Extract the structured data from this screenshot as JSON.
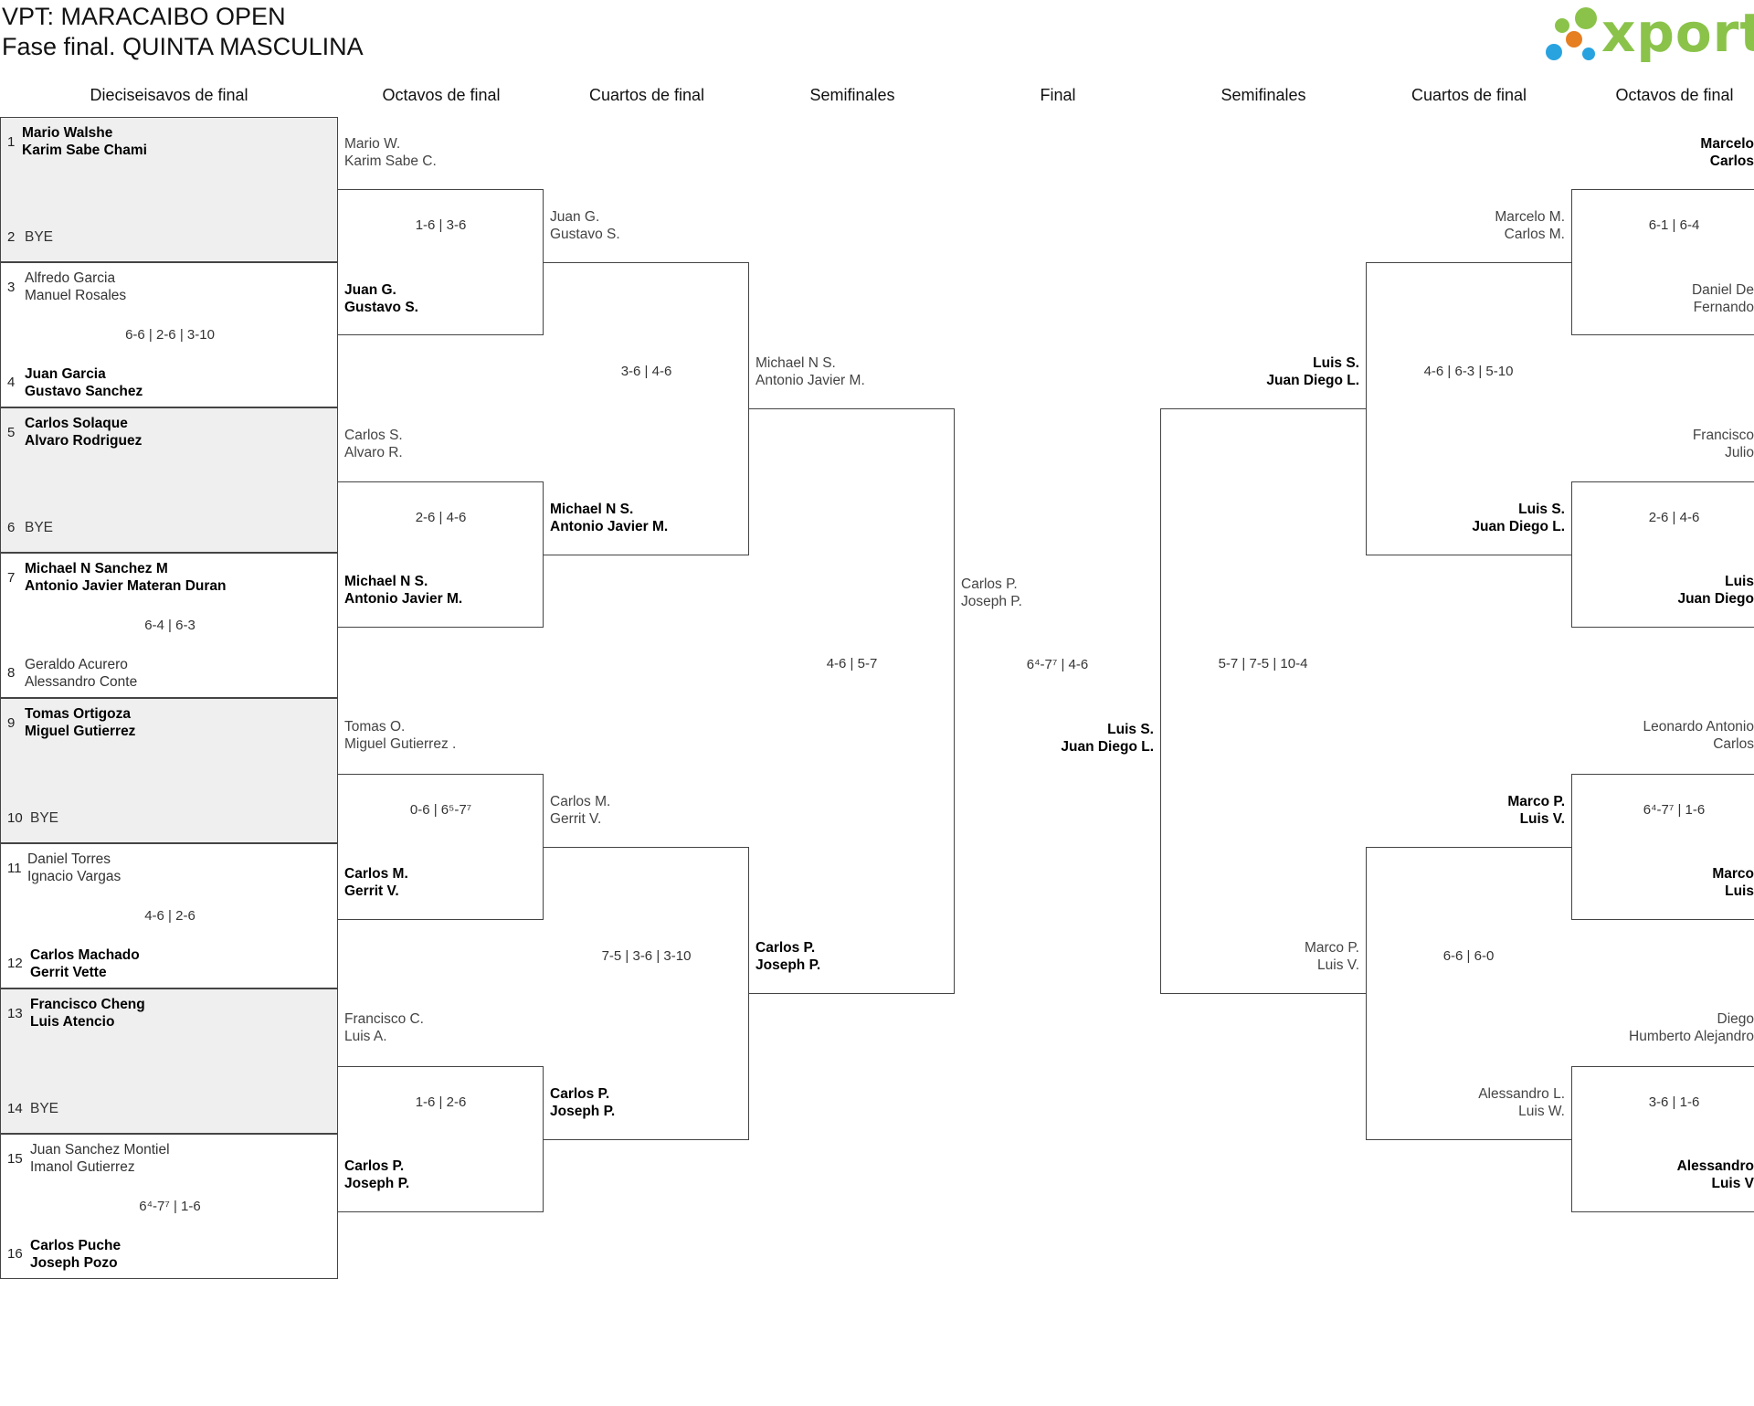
{
  "header": {
    "title": "VPT: MARACAIBO OPEN",
    "subtitle": "Fase final. QUINTA MASCULINA",
    "logo_text": "xporty",
    "logo_colors": [
      "#8bc34a",
      "#e67e22",
      "#29a3e0"
    ]
  },
  "rounds_left": [
    "Dieciseisavos de final",
    "Octavos de final",
    "Cuartos de final",
    "Semifinales",
    "Final"
  ],
  "rounds_right": [
    "Semifinales",
    "Cuartos de final",
    "Octavos de final"
  ],
  "r1": [
    {
      "seedA": "1",
      "a1": "Mario Walshe",
      "a2": "Karim Sabe Chami",
      "seedB": "2",
      "b1": "BYE",
      "b2": "",
      "score": "",
      "bye": true,
      "winner": "a"
    },
    {
      "seedA": "3",
      "a1": "Alfredo Garcia",
      "a2": "Manuel Rosales",
      "seedB": "4",
      "b1": "Juan Garcia",
      "b2": "Gustavo Sanchez",
      "score": "6-6 | 2-6 | 3-10",
      "bye": false,
      "winner": "b"
    },
    {
      "seedA": "5",
      "a1": "Carlos Solaque",
      "a2": "Alvaro Rodriguez",
      "seedB": "6",
      "b1": "BYE",
      "b2": "",
      "score": "",
      "bye": true,
      "winner": "a"
    },
    {
      "seedA": "7",
      "a1": "Michael N Sanchez M",
      "a2": "Antonio Javier Materan Duran",
      "seedB": "8",
      "b1": "Geraldo Acurero",
      "b2": "Alessandro Conte",
      "score": "6-4 | 6-3",
      "bye": false,
      "winner": "a"
    },
    {
      "seedA": "9",
      "a1": "Tomas Ortigoza",
      "a2": "Miguel Gutierrez",
      "seedB": "10",
      "b1": "BYE",
      "b2": "",
      "score": "",
      "bye": true,
      "winner": "a"
    },
    {
      "seedA": "11",
      "a1": "Daniel Torres",
      "a2": "Ignacio Vargas",
      "seedB": "12",
      "b1": "Carlos Machado",
      "b2": "Gerrit Vette",
      "score": "4-6 | 2-6",
      "bye": false,
      "winner": "b"
    },
    {
      "seedA": "13",
      "a1": "Francisco Cheng",
      "a2": "Luis Atencio",
      "seedB": "14",
      "b1": "BYE",
      "b2": "",
      "score": "",
      "bye": true,
      "winner": "a"
    },
    {
      "seedA": "15",
      "a1": "Juan Sanchez Montiel",
      "a2": "Imanol Gutierrez",
      "seedB": "16",
      "b1": "Carlos Puche",
      "b2": "Joseph Pozo",
      "score": "6⁴-7⁷ | 1-6",
      "bye": false,
      "winner": "b"
    }
  ],
  "left_r16": [
    {
      "a1": "Mario W.",
      "a2": "Karim Sabe C.",
      "b1": "Juan G.",
      "b2": "Gustavo S.",
      "score": "1-6 | 3-6"
    },
    {
      "a1": "Carlos S.",
      "a2": "Alvaro R.",
      "b1": "Michael N S.",
      "b2": "Antonio Javier M.",
      "score": "2-6 | 4-6"
    },
    {
      "a1": "Tomas O.",
      "a2": "Miguel Gutierrez .",
      "b1": "Carlos M.",
      "b2": "Gerrit V.",
      "score": "0-6 | 6⁵-7⁷"
    },
    {
      "a1": "Francisco C.",
      "a2": "Luis A.",
      "b1": "Carlos P.",
      "b2": "Joseph P.",
      "score": "1-6 | 2-6"
    }
  ],
  "left_qf": [
    {
      "a1": "Juan G.",
      "a2": "Gustavo S.",
      "b1": "Michael N S.",
      "b2": "Antonio Javier M.",
      "score": "3-6 | 4-6"
    },
    {
      "a1": "Carlos M.",
      "a2": "Gerrit V.",
      "b1": "Carlos P.",
      "b2": "Joseph P.",
      "score": "7-5 | 3-6 | 3-10"
    }
  ],
  "left_sf": {
    "a1": "Michael N S.",
    "a2": "Antonio Javier M.",
    "b1": "Carlos P.",
    "b2": "Joseph P.",
    "score": "4-6 | 5-7"
  },
  "final": {
    "a1": "Carlos P.",
    "a2": "Joseph P.",
    "b1": "Luis S.",
    "b2": "Juan Diego L.",
    "score": "6⁴-7⁷ | 4-6"
  },
  "right_sf": {
    "a1": "Luis S.",
    "a2": "Juan Diego L.",
    "b1": "Marco P.",
    "b2": "Luis V.",
    "score": "5-7 | 7-5 | 10-4"
  },
  "right_qf": [
    {
      "a1": "Marcelo M.",
      "a2": "Carlos M.",
      "b1": "Luis S.",
      "b2": "Juan Diego L.",
      "score": "4-6 | 6-3 | 5-10"
    },
    {
      "a1": "Marco P.",
      "a2": "Luis V.",
      "b1": "Alessandro L.",
      "b2": "Luis W.",
      "score": "6-6 | 6-0"
    }
  ],
  "right_r16": [
    {
      "a1": "Marcelo",
      "a2": "Carlos",
      "b1": "Daniel De",
      "b2": "Fernando",
      "score": "6-1 | 6-4"
    },
    {
      "a1": "Francisco",
      "a2": "Julio",
      "b1": "Luis",
      "b2": "Juan Diego",
      "score": "2-6 | 4-6"
    },
    {
      "a1": "Leonardo Antonio",
      "a2": "Carlos",
      "b1": "Marco",
      "b2": "Luis",
      "score": "6⁴-7⁷ | 1-6"
    },
    {
      "a1": "Diego",
      "a2": "Humberto Alejandro",
      "b1": "Alessandro",
      "b2": "Luis V",
      "score": "3-6 | 1-6"
    }
  ]
}
